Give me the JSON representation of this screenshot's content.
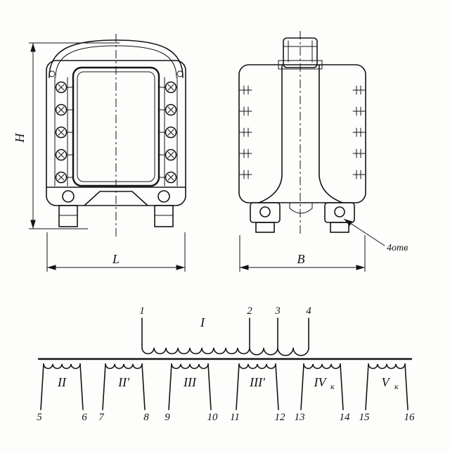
{
  "style": {
    "ink": "#141414",
    "paper": "#fdfdfc"
  },
  "views": {
    "front": {
      "dim_h": "H",
      "dim_l": "L"
    },
    "side": {
      "dim_b": "В",
      "holes_note": "4отв"
    }
  },
  "schematic": {
    "primary": {
      "label": "I",
      "terminals": [
        "1",
        "2",
        "3",
        "4"
      ]
    },
    "secondaries": [
      {
        "label": "II",
        "sub": "",
        "t1": "5",
        "t2": "6"
      },
      {
        "label": "II'",
        "sub": "",
        "t1": "7",
        "t2": "8"
      },
      {
        "label": "III",
        "sub": "",
        "t1": "9",
        "t2": "10"
      },
      {
        "label": "III'",
        "sub": "",
        "t1": "11",
        "t2": "12"
      },
      {
        "label": "IV",
        "sub": "к",
        "t1": "13",
        "t2": "14"
      },
      {
        "label": "V",
        "sub": "к",
        "t1": "15",
        "t2": "16"
      }
    ]
  }
}
